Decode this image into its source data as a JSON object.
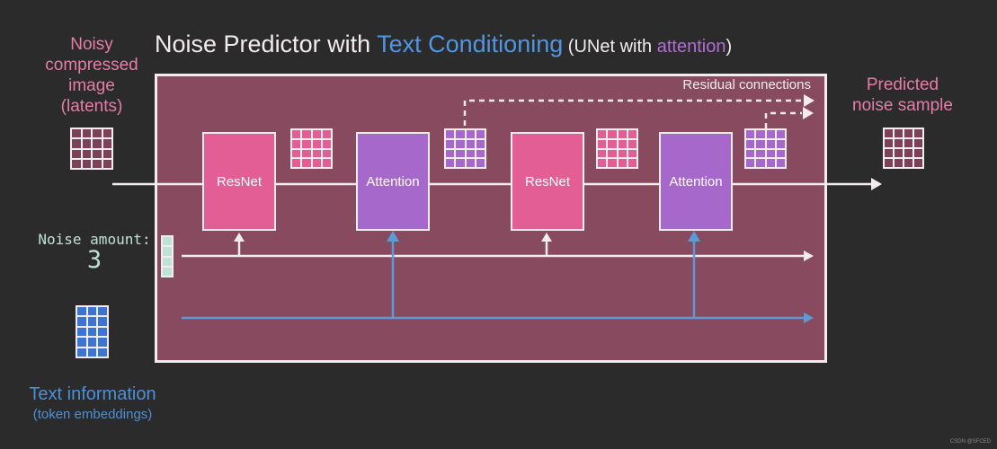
{
  "title": {
    "part1": "Noise Predictor with ",
    "part2": "Text Conditioning",
    "part3": " (UNet with ",
    "part4": "attention",
    "part5": ")"
  },
  "labels": {
    "latents": {
      "line1": "Noisy",
      "line2": "compressed",
      "line3": "image",
      "line4": "(latents)"
    },
    "noise_amount": {
      "label": "Noise amount:",
      "value": "3"
    },
    "text_info": {
      "line1": "Text information",
      "line2": "(token embeddings)"
    },
    "predicted": {
      "line1": "Predicted",
      "line2": "noise sample"
    },
    "residual": "Residual connections"
  },
  "blocks": [
    {
      "label": "ResNet"
    },
    {
      "label": "Attention"
    },
    {
      "label": "ResNet"
    },
    {
      "label": "Attention"
    }
  ],
  "grids": {
    "latents": {
      "rows": 4,
      "cols": 4,
      "color": "#7b4156"
    },
    "token": {
      "rows": 5,
      "cols": 3,
      "color": "#3d74d1"
    },
    "noise_bar": {
      "rows": 4,
      "cols": 1,
      "color": "#bfe2d7"
    },
    "pink1": {
      "rows": 4,
      "cols": 4,
      "color": "#e25e95"
    },
    "purple1": {
      "rows": 4,
      "cols": 4,
      "color": "#a768cb"
    },
    "pink2": {
      "rows": 4,
      "cols": 4,
      "color": "#e25e95"
    },
    "purple2": {
      "rows": 4,
      "cols": 4,
      "color": "#a768cb"
    },
    "predicted": {
      "rows": 4,
      "cols": 4,
      "color": "#7b4156"
    }
  },
  "colors": {
    "background": "#2b2b2b",
    "box_fill": "#874a5e",
    "resnet_fill": "#e25e95",
    "attention_fill": "#a768cb",
    "pink_text": "#e57da6",
    "blue_text": "#4c90d9",
    "purple_text": "#b06fd0",
    "teal_text": "#bfe2d7",
    "white_line": "#f2ecef",
    "blue_line": "#5e9ad8"
  },
  "watermark": "CSDN @SFCED"
}
